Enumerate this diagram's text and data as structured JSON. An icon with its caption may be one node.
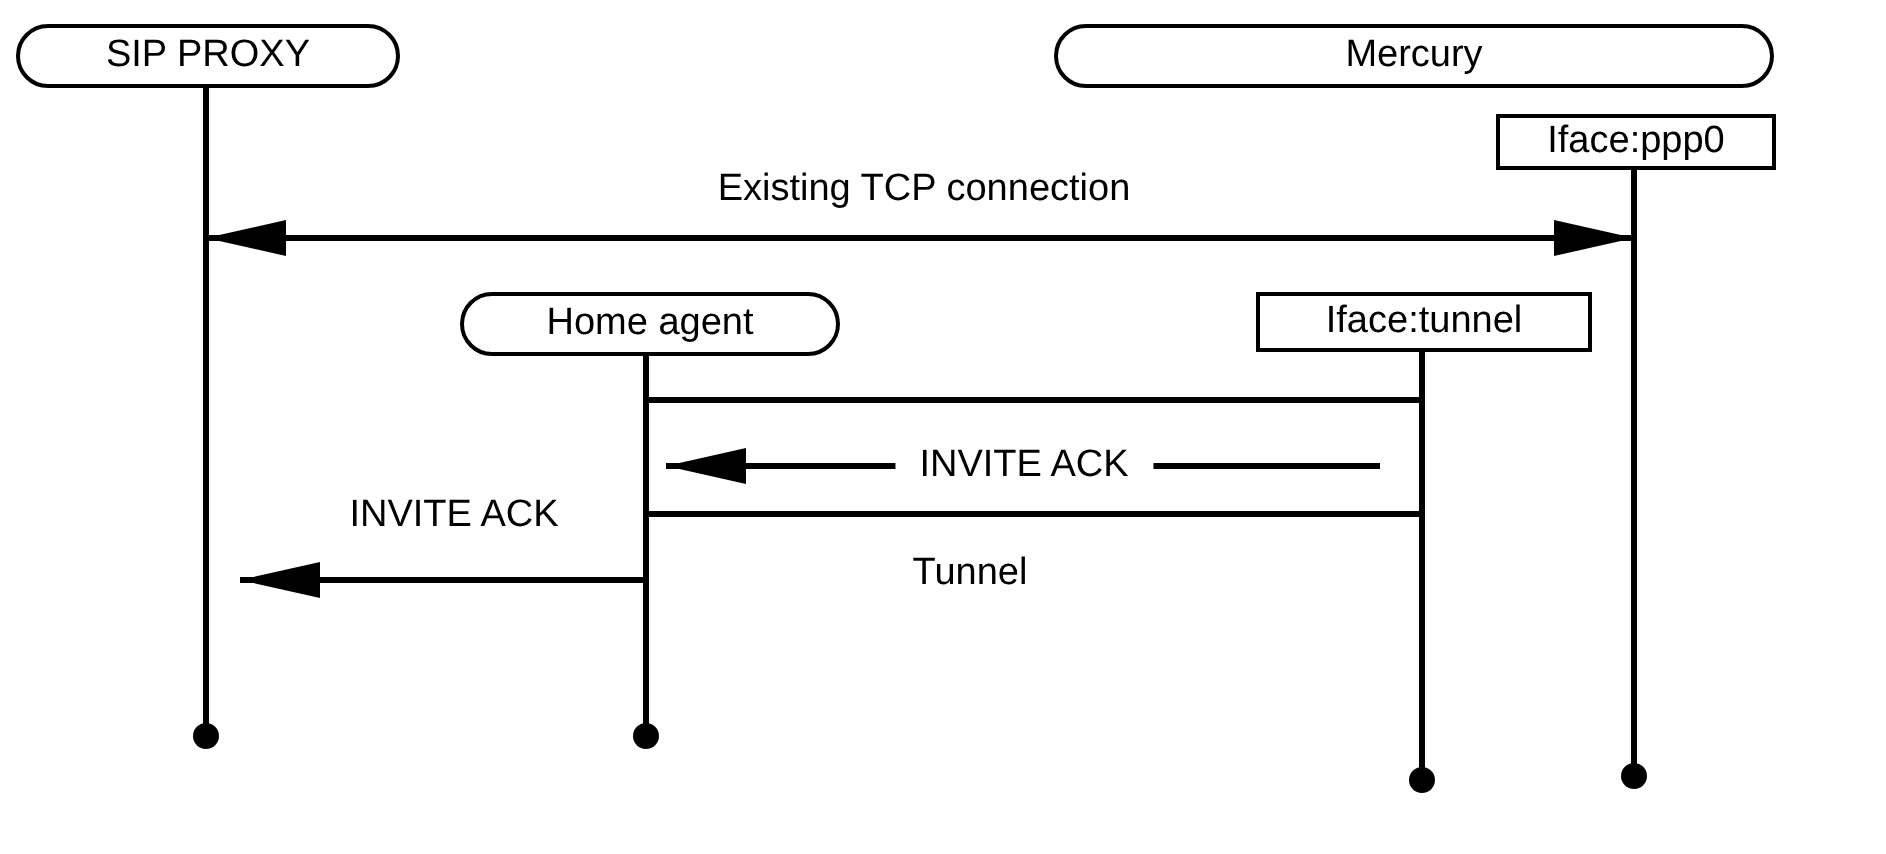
{
  "diagram": {
    "nodes": [
      {
        "text": [
          "SIP PROXY"
        ]
      },
      {
        "text": [
          "Mercury"
        ]
      },
      {
        "text": [
          "Iface:ppp0"
        ]
      },
      {
        "text": [
          "Home agent"
        ]
      },
      {
        "text": [
          "Iface:tunnel"
        ]
      }
    ],
    "edges": [
      {
        "from": 0,
        "to": 2,
        "arrow": "both",
        "label": "Existing TCP connection"
      },
      {
        "from": 3,
        "to": 4,
        "arrow": "none"
      },
      {
        "from": 4,
        "to": 3,
        "arrow": "to",
        "label": "INVITE ACK"
      },
      {
        "from": 3,
        "to": 4,
        "arrow": "none"
      },
      {
        "from": 3,
        "to": 0,
        "arrow": "to",
        "label": "INVITE ACK"
      }
    ],
    "labels": [
      "Tunnel"
    ]
  }
}
